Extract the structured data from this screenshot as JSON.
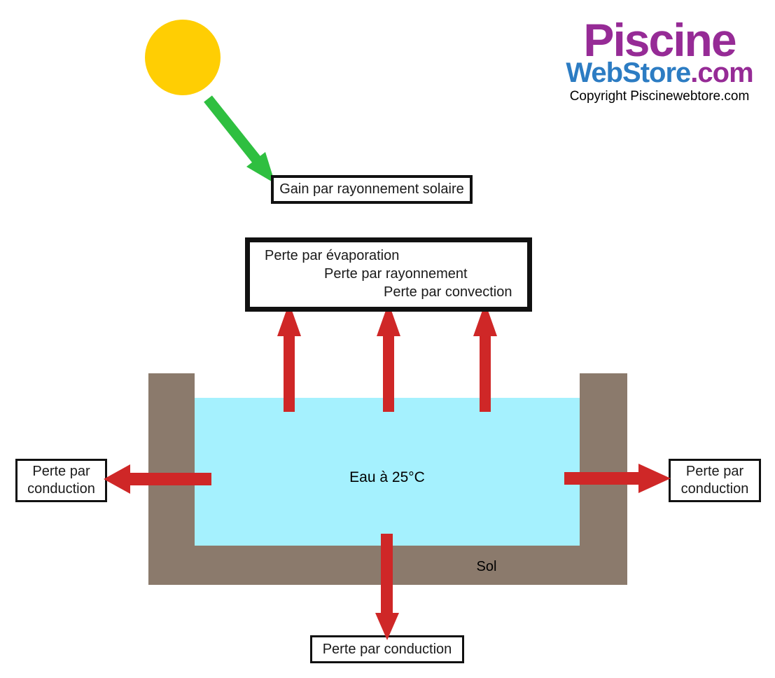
{
  "colors": {
    "background": "#ffffff",
    "sun": "#FFCE03",
    "solar-arrow": "#2FBF40",
    "loss-arrow": "#CF2727",
    "water": "#A5F1FE",
    "ground": "#8B7A6C",
    "box-border": "#111111",
    "text": "#1A1A1A",
    "brand-purple": "#962B96",
    "brand-blue": "#2C7CC3"
  },
  "branding": {
    "logo_primary": "Piscine",
    "logo_secondary": "WebStore",
    "logo_tld": ".com",
    "copyright": "Copyright Piscinewebtore.com"
  },
  "diagram": {
    "gain_label": "Gain par rayonnement solaire",
    "loss_lines": {
      "evaporation": "Perte par évaporation",
      "radiation": "Perte par rayonnement",
      "convection": "Perte par convection"
    },
    "water_label": "Eau à 25°C",
    "ground_label": "Sol",
    "side_loss": {
      "line1": "Perte par",
      "line2": "conduction"
    },
    "bottom_loss_label": "Perte par conduction",
    "icons": {
      "sun": "sun-icon",
      "solar_gain_arrow": "solar-gain-arrow",
      "heat_loss_arrow": "heat-loss-arrow"
    }
  }
}
